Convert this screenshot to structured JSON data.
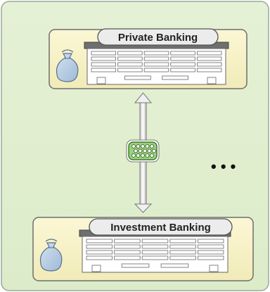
{
  "diagram": {
    "nodes": [
      {
        "id": "private",
        "label": "Private Banking",
        "icon": "money-bag-icon",
        "building": "bank-building-icon"
      },
      {
        "id": "investment",
        "label": "Investment Banking",
        "icon": "money-bag-icon",
        "building": "bank-building-icon"
      }
    ],
    "connector": {
      "from": "private",
      "to": "investment",
      "style": "double-arrow",
      "icon": "network-hub-icon"
    },
    "more_indicator": "• • •",
    "colors": {
      "background": "#e3f0d2",
      "border": "#9aa89a",
      "node_fill": "#f7f2c5",
      "node_border": "#6e6e6e",
      "label_pill": "#ececec",
      "bag": "#b7cde3",
      "hub": "#9ccf7d"
    }
  }
}
